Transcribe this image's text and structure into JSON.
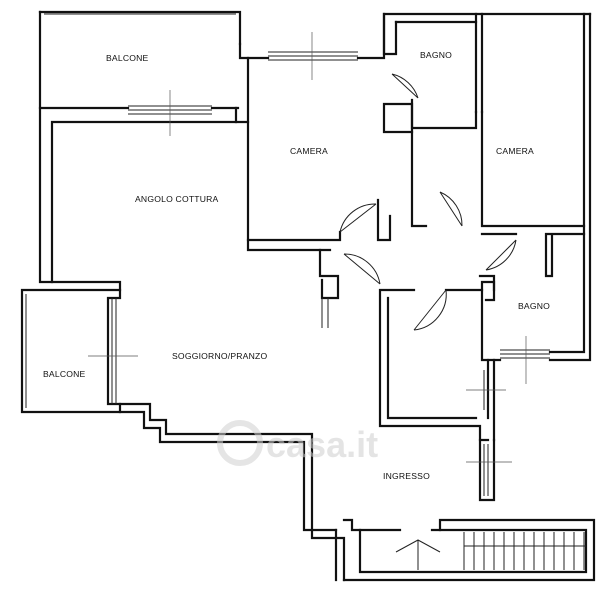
{
  "rooms": {
    "balcone_top": "BALCONE",
    "bagno_top": "BAGNO",
    "camera_left": "CAMERA",
    "camera_right": "CAMERA",
    "angolo_cottura": "ANGOLO COTTURA",
    "bagno_right": "BAGNO",
    "balcone_left": "BALCONE",
    "soggiorno": "SOGGIORNO/PRANZO",
    "ingresso": "INGRESSO"
  },
  "watermark": {
    "text": "casa.it",
    "color": "#cfcfcf"
  },
  "colors": {
    "wall": "#111111",
    "background": "#ffffff"
  }
}
